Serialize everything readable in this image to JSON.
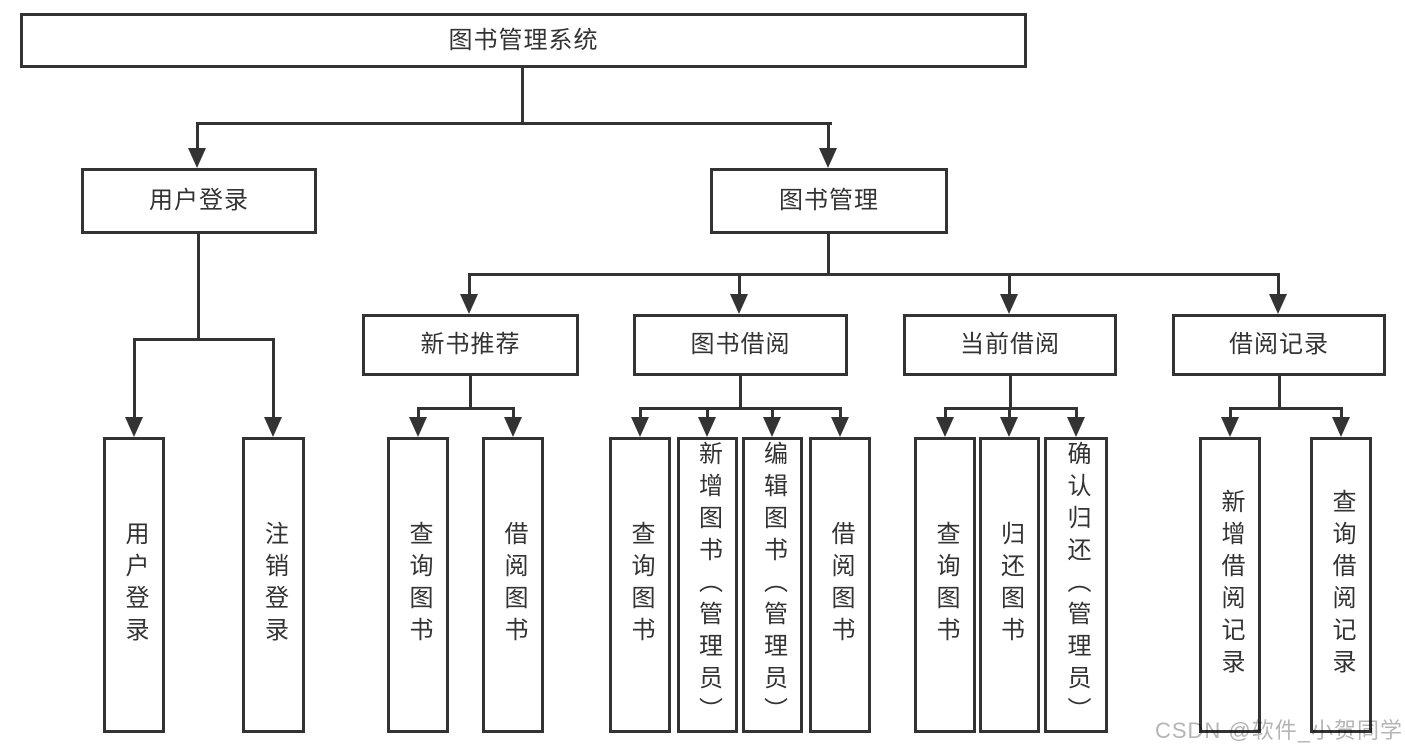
{
  "diagram": {
    "root": "图书管理系统",
    "level2": [
      "用户登录",
      "图书管理"
    ],
    "level3": [
      "新书推荐",
      "图书借阅",
      "当前借阅",
      "借阅记录"
    ],
    "leaves": {
      "user_login": [
        "用户登录",
        "注销登录"
      ],
      "new_book_recommend": [
        "查询图书",
        "借阅图书"
      ],
      "book_borrowing": [
        "查询图书",
        "新增图书（管理员）",
        "编辑图书（管理员）",
        "借阅图书"
      ],
      "current_borrowing": [
        "查询图书",
        "归还图书",
        "确认归还（管理员）"
      ],
      "borrowing_records": [
        "新增借阅记录",
        "查询借阅记录"
      ]
    }
  },
  "watermark": "CSDN @软件_小贺同学",
  "colors": {
    "line": "#333333",
    "text": "#333333",
    "box_background": "#ffffff",
    "page_background": "#ffffff",
    "watermark": "#b5b5b5"
  }
}
